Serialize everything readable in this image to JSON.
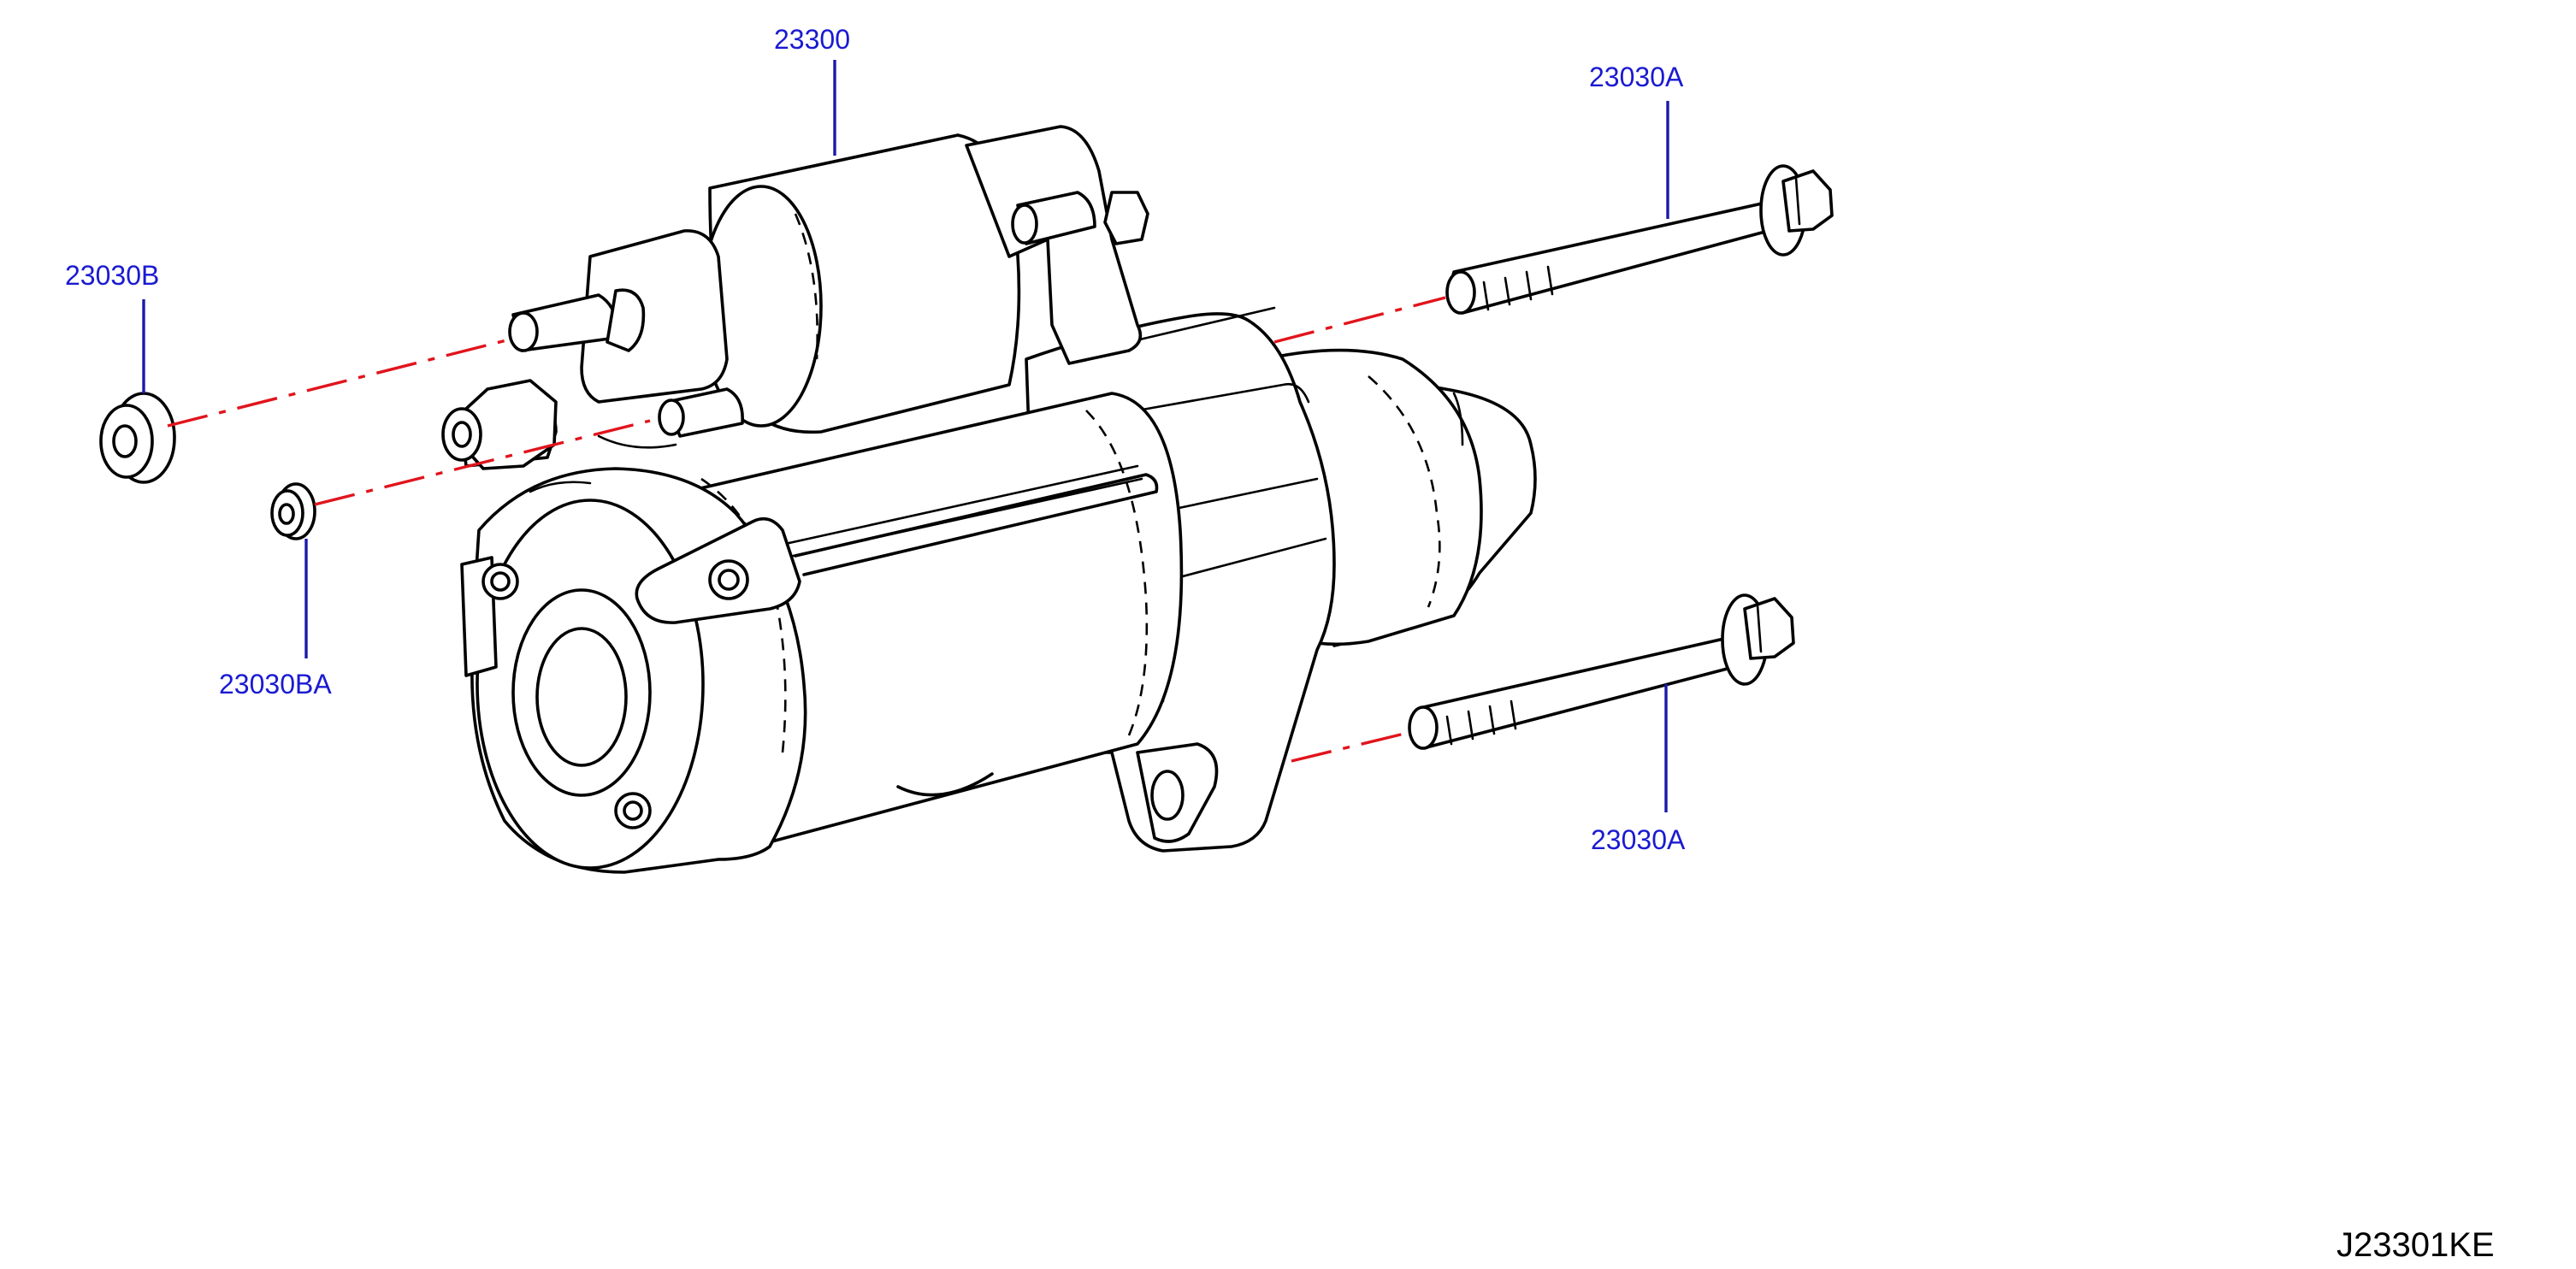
{
  "callouts": {
    "starter_motor": "23300",
    "bolt_upper": "23030A",
    "bolt_lower": "23030A",
    "nut_large": "23030B",
    "nut_small": "23030BA"
  },
  "diagram_code": "J23301KE",
  "colors": {
    "callout_text": "#1a1ad2",
    "leader_line": "#1a1aa8",
    "center_line": "#e1141c",
    "outline": "#000000"
  }
}
